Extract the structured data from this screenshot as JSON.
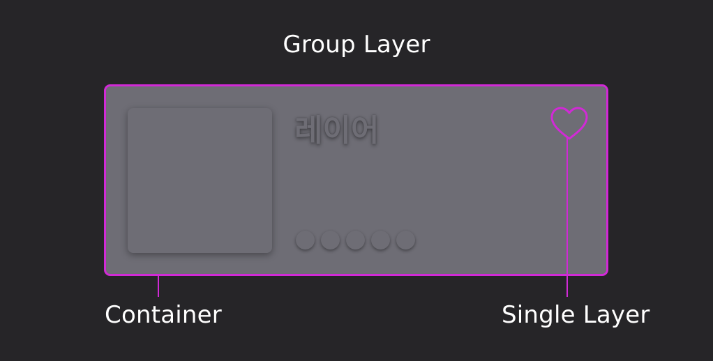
{
  "title": "Group Layer",
  "card": {
    "text": "레이어",
    "dot_count": 5
  },
  "labels": {
    "container": "Container",
    "single_layer": "Single Layer"
  },
  "colors": {
    "background": "#262528",
    "card": "#6e6d75",
    "accent": "#d12ad6",
    "text": "#ffffff"
  },
  "icons": {
    "heart": "heart-icon"
  }
}
